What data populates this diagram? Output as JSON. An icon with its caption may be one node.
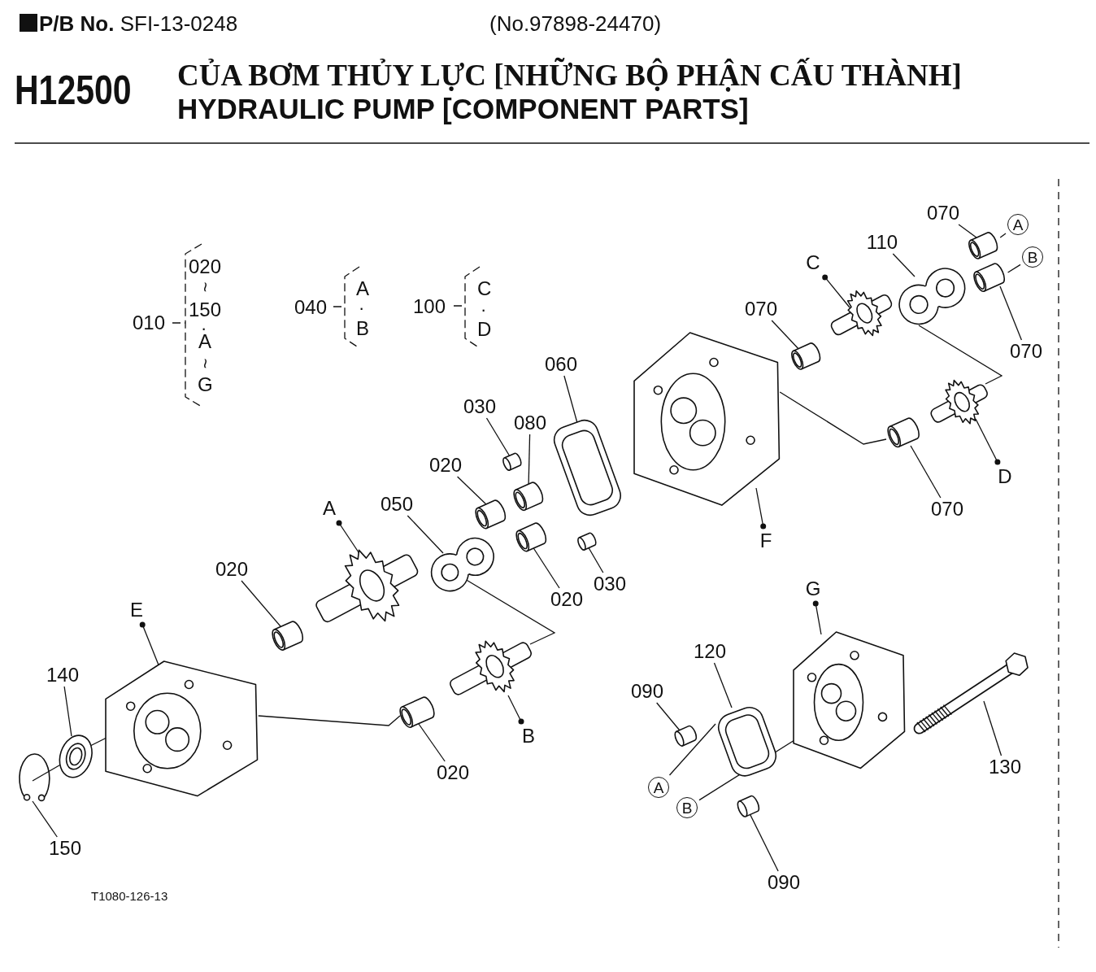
{
  "diagram": {
    "title": "CỦA BƠM THỦY LỰC [NHỮNG BỘ PHẬN CẤU THÀNH]",
    "nodes": [
      {
        "text": [
          "070"
        ]
      },
      {
        "text": [
          "A"
        ]
      },
      {
        "text": [
          "110"
        ]
      },
      {
        "text": [
          "B"
        ]
      },
      {
        "text": [
          "C"
        ]
      },
      {
        "text": [
          "070"
        ]
      },
      {
        "text": [
          "070"
        ]
      },
      {
        "text": [
          "060"
        ]
      },
      {
        "text": [
          "030"
        ]
      },
      {
        "text": [
          "080"
        ]
      },
      {
        "text": [
          "020"
        ]
      },
      {
        "text": [
          "050"
        ]
      },
      {
        "text": [
          "D"
        ]
      },
      {
        "text": [
          "A"
        ]
      },
      {
        "text": [
          "070"
        ]
      },
      {
        "text": [
          "F"
        ]
      },
      {
        "text": [
          "020"
        ]
      },
      {
        "text": [
          "020"
        ]
      },
      {
        "text": [
          "030"
        ]
      },
      {
        "text": [
          "G"
        ]
      },
      {
        "text": [
          "E"
        ]
      },
      {
        "text": [
          "120"
        ]
      },
      {
        "text": [
          "140"
        ]
      },
      {
        "text": [
          "090"
        ]
      },
      {
        "text": [
          "B"
        ]
      },
      {
        "text": [
          "130"
        ]
      },
      {
        "text": [
          "020"
        ]
      },
      {
        "text": [
          "A"
        ]
      },
      {
        "text": [
          "B"
        ]
      },
      {
        "text": [
          "150"
        ]
      },
      {
        "text": [
          "090"
        ]
      },
      {
        "text": [],
        "shape": "picture"
      },
      {
        "text": [],
        "shape": "picture"
      },
      {
        "text": [],
        "shape": "picture"
      },
      {
        "text": [],
        "shape": "picture"
      },
      {
        "text": [],
        "shape": "picture"
      },
      {
        "text": [],
        "shape": "picture"
      },
      {
        "text": [],
        "shape": "picture"
      },
      {
        "text": [],
        "shape": "picture"
      },
      {
        "text": [],
        "shape": "picture"
      },
      {
        "text": [],
        "shape": "picture"
      },
      {
        "text": [],
        "shape": "picture"
      },
      {
        "text": [],
        "shape": "picture"
      },
      {
        "text": [],
        "shape": "picture"
      },
      {
        "text": [],
        "shape": "picture"
      },
      {
        "text": [],
        "shape": "picture"
      },
      {
        "text": [],
        "shape": "picture"
      },
      {
        "text": [],
        "shape": "picture"
      },
      {
        "text": [],
        "shape": "picture"
      },
      {
        "text": [],
        "shape": "picture"
      },
      {
        "text": [],
        "shape": "picture"
      },
      {
        "text": [],
        "shape": "picture"
      },
      {
        "text": [],
        "shape": "picture"
      },
      {
        "text": [],
        "shape": "picture"
      },
      {
        "text": [],
        "shape": "picture"
      },
      {
        "text": [],
        "shape": "picture"
      },
      {
        "text": [],
        "shape": "picture"
      },
      {
        "text": [],
        "shape": "picture"
      }
    ],
    "edges": [
      {
        "from": 0,
        "to": 31,
        "arrow": "none"
      },
      {
        "from": 1,
        "to": 31,
        "arrow": "none"
      },
      {
        "from": 2,
        "to": 33,
        "arrow": "none"
      },
      {
        "from": 3,
        "to": 32,
        "arrow": "none"
      },
      {
        "from": 4,
        "to": 34,
        "arrow": "other"
      },
      {
        "from": 5,
        "to": 35,
        "arrow": "none"
      },
      {
        "from": 6,
        "to": 32,
        "arrow": "none"
      },
      {
        "from": 7,
        "to": 39,
        "arrow": "none"
      },
      {
        "from": 8,
        "to": 40,
        "arrow": "none"
      },
      {
        "from": 9,
        "to": 41,
        "arrow": "none"
      },
      {
        "from": 10,
        "to": 42,
        "arrow": "none"
      },
      {
        "from": 11,
        "to": 43,
        "arrow": "none"
      },
      {
        "from": 12,
        "to": 37,
        "arrow": "other"
      },
      {
        "from": 13,
        "to": 46,
        "arrow": "other"
      },
      {
        "from": 14,
        "to": 38,
        "arrow": "none"
      },
      {
        "from": 15,
        "to": 36,
        "arrow": "other"
      },
      {
        "from": 16,
        "to": 47,
        "arrow": "none"
      },
      {
        "from": 17,
        "to": 44,
        "arrow": "none"
      },
      {
        "from": 18,
        "to": 45,
        "arrow": "none"
      },
      {
        "from": 19,
        "to": 53,
        "arrow": "other"
      },
      {
        "from": 20,
        "to": 48,
        "arrow": "other"
      },
      {
        "from": 21,
        "to": 54,
        "arrow": "none"
      },
      {
        "from": 22,
        "to": 51,
        "arrow": "none"
      },
      {
        "from": 23,
        "to": 55,
        "arrow": "none"
      },
      {
        "from": 24,
        "to": 49,
        "arrow": "other"
      },
      {
        "from": 25,
        "to": 56,
        "arrow": "none"
      },
      {
        "from": 26,
        "to": 50,
        "arrow": "none"
      },
      {
        "from": 27,
        "to": 54,
        "arrow": "none"
      },
      {
        "from": 28,
        "to": 53,
        "arrow": "none"
      },
      {
        "from": 29,
        "to": 52,
        "arrow": "none"
      },
      {
        "from": 30,
        "to": 57,
        "arrow": "none"
      },
      {
        "from": 43,
        "to": 49,
        "arrow": "none"
      },
      {
        "from": 48,
        "to": 50,
        "arrow": "none"
      },
      {
        "from": 33,
        "to": 37,
        "arrow": "none"
      },
      {
        "from": 36,
        "to": 38,
        "arrow": "none"
      },
      {
        "from": 48,
        "to": 51,
        "arrow": "none"
      },
      {
        "from": 51,
        "to": 52,
        "arrow": "none"
      }
    ],
    "labels": [
      "**P/B No.** SFI-13-0248",
      "(No.97898-24470)",
      "H12500",
      "HYDRAULIC PUMP [COMPONENT PARTS]",
      "010",
      "020",
      "~",
      "150",
      "·",
      "A",
      "~",
      "G",
      "040",
      "A",
      "·",
      "B",
      "100",
      "C",
      "·",
      "D",
      "T1080-126-13"
    ]
  }
}
